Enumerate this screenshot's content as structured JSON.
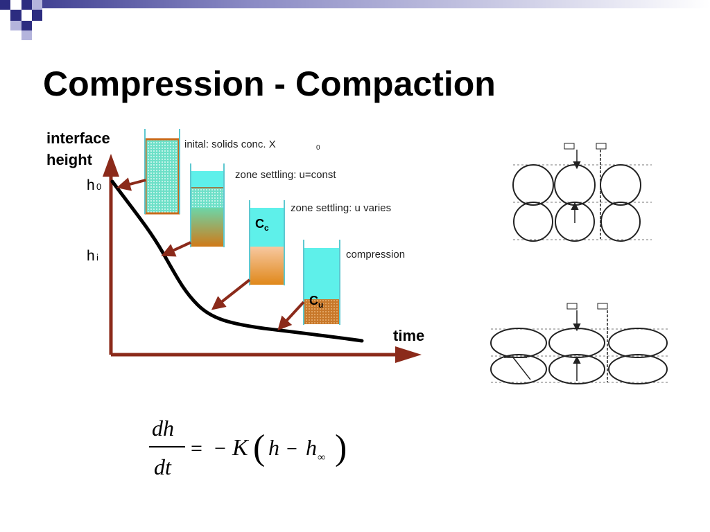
{
  "slide": {
    "title": "Compression - Compaction"
  },
  "graph": {
    "y_axis_label_line1": "interface",
    "y_axis_label_line2": "height",
    "x_axis_label": "time",
    "tick_h0": "h",
    "tick_h0_sub": "0",
    "tick_hi": "h",
    "tick_hi_sub": "i"
  },
  "stages": [
    {
      "label": "inital:  solids conc.  X",
      "label_sub": "0"
    },
    {
      "label": "zone settling: u=const"
    },
    {
      "label": "zone settling: u varies"
    },
    {
      "label": "compression"
    }
  ],
  "concentrations": {
    "cc_main": "C",
    "cc_sub": "c",
    "cu_main": "C",
    "cu_sub": "u"
  },
  "equation": {
    "numerator": "dh",
    "denominator": "dt",
    "rhs_equals": "=",
    "rhs_minus": "−",
    "rhs_K": "K",
    "rhs_paren_open": "(",
    "rhs_h": "h",
    "rhs_minus2": "−",
    "rhs_h_inf": "h",
    "rhs_inf_sub": "∞",
    "rhs_paren_close": ")"
  },
  "colors": {
    "axis": "#8b2a1a",
    "curve": "#000000",
    "water": "#5ef0ea",
    "sediment": "#d8801a",
    "dotted_fill": "#6ee0c8"
  }
}
